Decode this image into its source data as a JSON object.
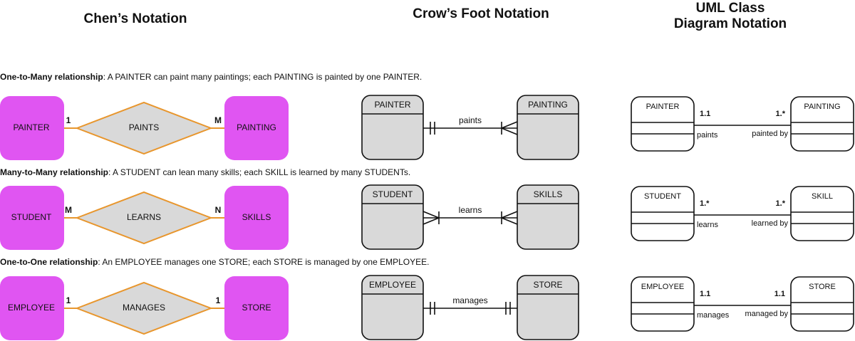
{
  "headings": {
    "chen": "Chen’s Notation",
    "crow": "Crow’s Foot Notation",
    "uml_line1": "UML Class",
    "uml_line2": "Diagram Notation"
  },
  "colors": {
    "entity_fill": "#e055f2",
    "relationship_fill": "#d9d9d9",
    "chen_line": "#e8962d",
    "table_fill": "#d9d9d9",
    "stroke": "#111111"
  },
  "sections": [
    {
      "title": "One-to-Many relationship",
      "description": ": A PAINTER can paint many paintings; each PAINTING is painted by one PAINTER.",
      "chen": {
        "left_entity": "PAINTER",
        "relationship": "PAINTS",
        "right_entity": "PAINTING",
        "left_card": "1",
        "right_card": "M"
      },
      "crow": {
        "left_table": "PAINTER",
        "right_table": "PAINTING",
        "verb": "paints",
        "left_end": "one",
        "right_end": "many"
      },
      "uml": {
        "left_class": "PAINTER",
        "right_class": "PAINTING",
        "left_mult": "1.1",
        "right_mult": "1.*",
        "left_role": "paints",
        "right_role": "painted by"
      }
    },
    {
      "title": "Many-to-Many relationship",
      "description": ": A STUDENT can lean many skills; each SKILL is learned by many STUDENTs.",
      "chen": {
        "left_entity": "STUDENT",
        "relationship": "LEARNS",
        "right_entity": "SKILLS",
        "left_card": "M",
        "right_card": "N"
      },
      "crow": {
        "left_table": "STUDENT",
        "right_table": "SKILLS",
        "verb": "learns",
        "left_end": "many",
        "right_end": "many"
      },
      "uml": {
        "left_class": "STUDENT",
        "right_class": "SKILL",
        "left_mult": "1.*",
        "right_mult": "1.*",
        "left_role": "learns",
        "right_role": "learned by"
      }
    },
    {
      "title": "One-to-One relationship",
      "description": ": An EMPLOYEE manages one STORE; each STORE is managed by one EMPLOYEE.",
      "chen": {
        "left_entity": "EMPLOYEE",
        "relationship": "MANAGES",
        "right_entity": "STORE",
        "left_card": "1",
        "right_card": "1"
      },
      "crow": {
        "left_table": "EMPLOYEE",
        "right_table": "STORE",
        "verb": "manages",
        "left_end": "one",
        "right_end": "one"
      },
      "uml": {
        "left_class": "EMPLOYEE",
        "right_class": "STORE",
        "left_mult": "1.1",
        "right_mult": "1.1",
        "left_role": "manages",
        "right_role": "managed by"
      }
    }
  ]
}
